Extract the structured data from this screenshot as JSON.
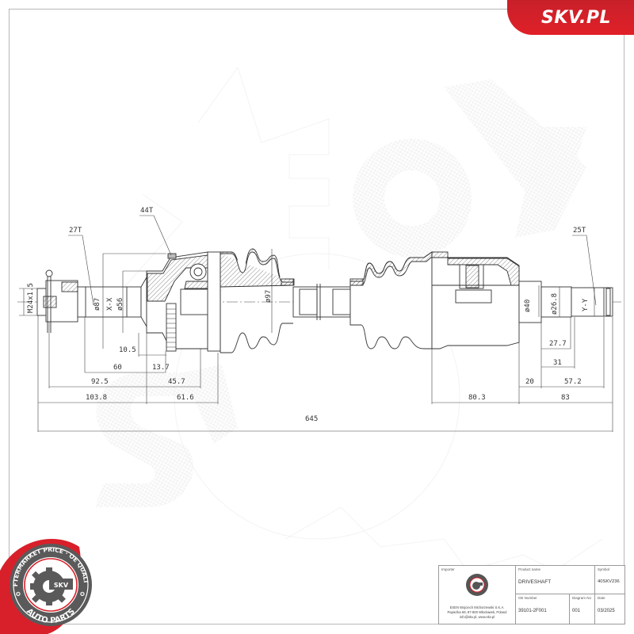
{
  "brand": {
    "logo_text": "SKV.PL",
    "accent_color": "#d8202a",
    "seal": {
      "top_arc_text": "AFTERMARKET PRICE · OE QUALITY",
      "bottom_arc_text": "AUTO PARTS",
      "center_text": "SKV",
      "ring_color": "#5a5a5a",
      "red_color": "#d8202a"
    }
  },
  "drawing": {
    "title": "Driveshaft technical drawing",
    "callouts": {
      "left_spline": "27T",
      "abs_ring": "44T",
      "right_spline": "25T"
    },
    "thread": "M24x1.5",
    "diameters": {
      "left_hub": "ø87",
      "left_section": "X-X",
      "left_shaft": "ø56",
      "boot": "ø97",
      "right_housing": "ø40",
      "right_shaft": "ø26.8",
      "right_section": "Y-Y"
    },
    "dimensions_left": {
      "d1": "10.5",
      "d2": "60",
      "d3": "13.7",
      "d4": "92.5",
      "d5": "45.7",
      "d6": "103.8",
      "d7": "61.6"
    },
    "dimensions_right": {
      "d1": "27.7",
      "d2": "31",
      "d3": "20",
      "d4": "57.2",
      "d5": "80.3",
      "d6": "83"
    },
    "overall_length": "645"
  },
  "title_block": {
    "importer_label": "Importer",
    "importer_lines": [
      "ESEN Wojciech Michorzewski S.K.A.",
      "Papieżka 69, 87-800 Włocławek,  Poland",
      "info@skv.pl, www.skv.pl"
    ],
    "product_name_label": "Product name",
    "product_name": "DRIVESHAFT",
    "symbol_label": "Symbol",
    "symbol": "40SKV236",
    "oe_number_label": "OE Number",
    "oe_number": "39101-2F001",
    "diagram_no_label": "Diagram No",
    "diagram_no": "001",
    "date_label": "Date",
    "date": "03/2025"
  }
}
